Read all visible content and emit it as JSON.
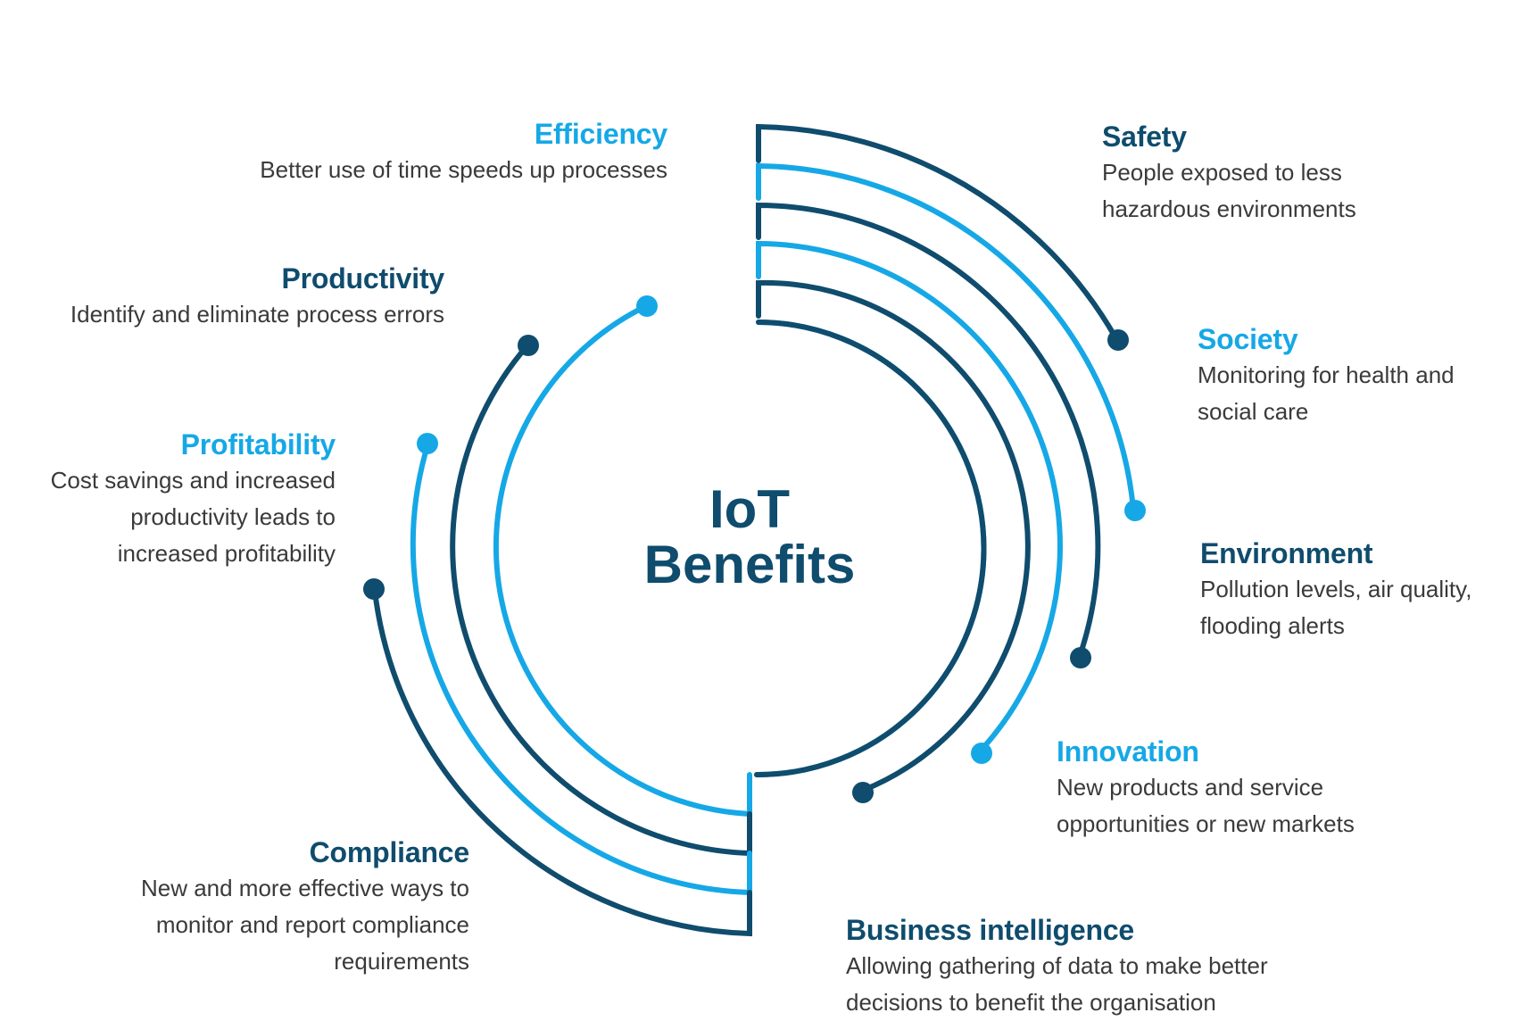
{
  "colors": {
    "dark": "#0f4c6d",
    "light": "#16a8e6",
    "text": "#3a3a3a"
  },
  "center": {
    "line1": "IoT",
    "line2": "Benefits"
  },
  "benefits": [
    {
      "id": "efficiency",
      "title": "Efficiency",
      "color": "light",
      "desc": [
        "Better use of time speeds up processes"
      ]
    },
    {
      "id": "productivity",
      "title": "Productivity",
      "color": "dark",
      "desc": [
        "Identify and eliminate process errors"
      ]
    },
    {
      "id": "profitability",
      "title": "Profitability",
      "color": "light",
      "desc": [
        "Cost savings and increased",
        "productivity leads to",
        "increased profitability"
      ]
    },
    {
      "id": "compliance",
      "title": "Compliance",
      "color": "dark",
      "desc": [
        "New and more effective ways to",
        "monitor and report compliance",
        "requirements"
      ]
    },
    {
      "id": "safety",
      "title": "Safety",
      "color": "dark",
      "desc": [
        "People exposed to less",
        "hazardous environments"
      ]
    },
    {
      "id": "society",
      "title": "Society",
      "color": "light",
      "desc": [
        "Monitoring for health and",
        "social care"
      ]
    },
    {
      "id": "environment",
      "title": "Environment",
      "color": "dark",
      "desc": [
        "Pollution levels, air quality,",
        "flooding alerts"
      ]
    },
    {
      "id": "innovation",
      "title": "Innovation",
      "color": "light",
      "desc": [
        "New products and service",
        "opportunities or new markets"
      ]
    },
    {
      "id": "business-intelligence",
      "title": "Business intelligence",
      "color": "dark",
      "desc": [
        "Allowing gathering of data to make better",
        "decisions to benefit the organisation"
      ]
    }
  ]
}
